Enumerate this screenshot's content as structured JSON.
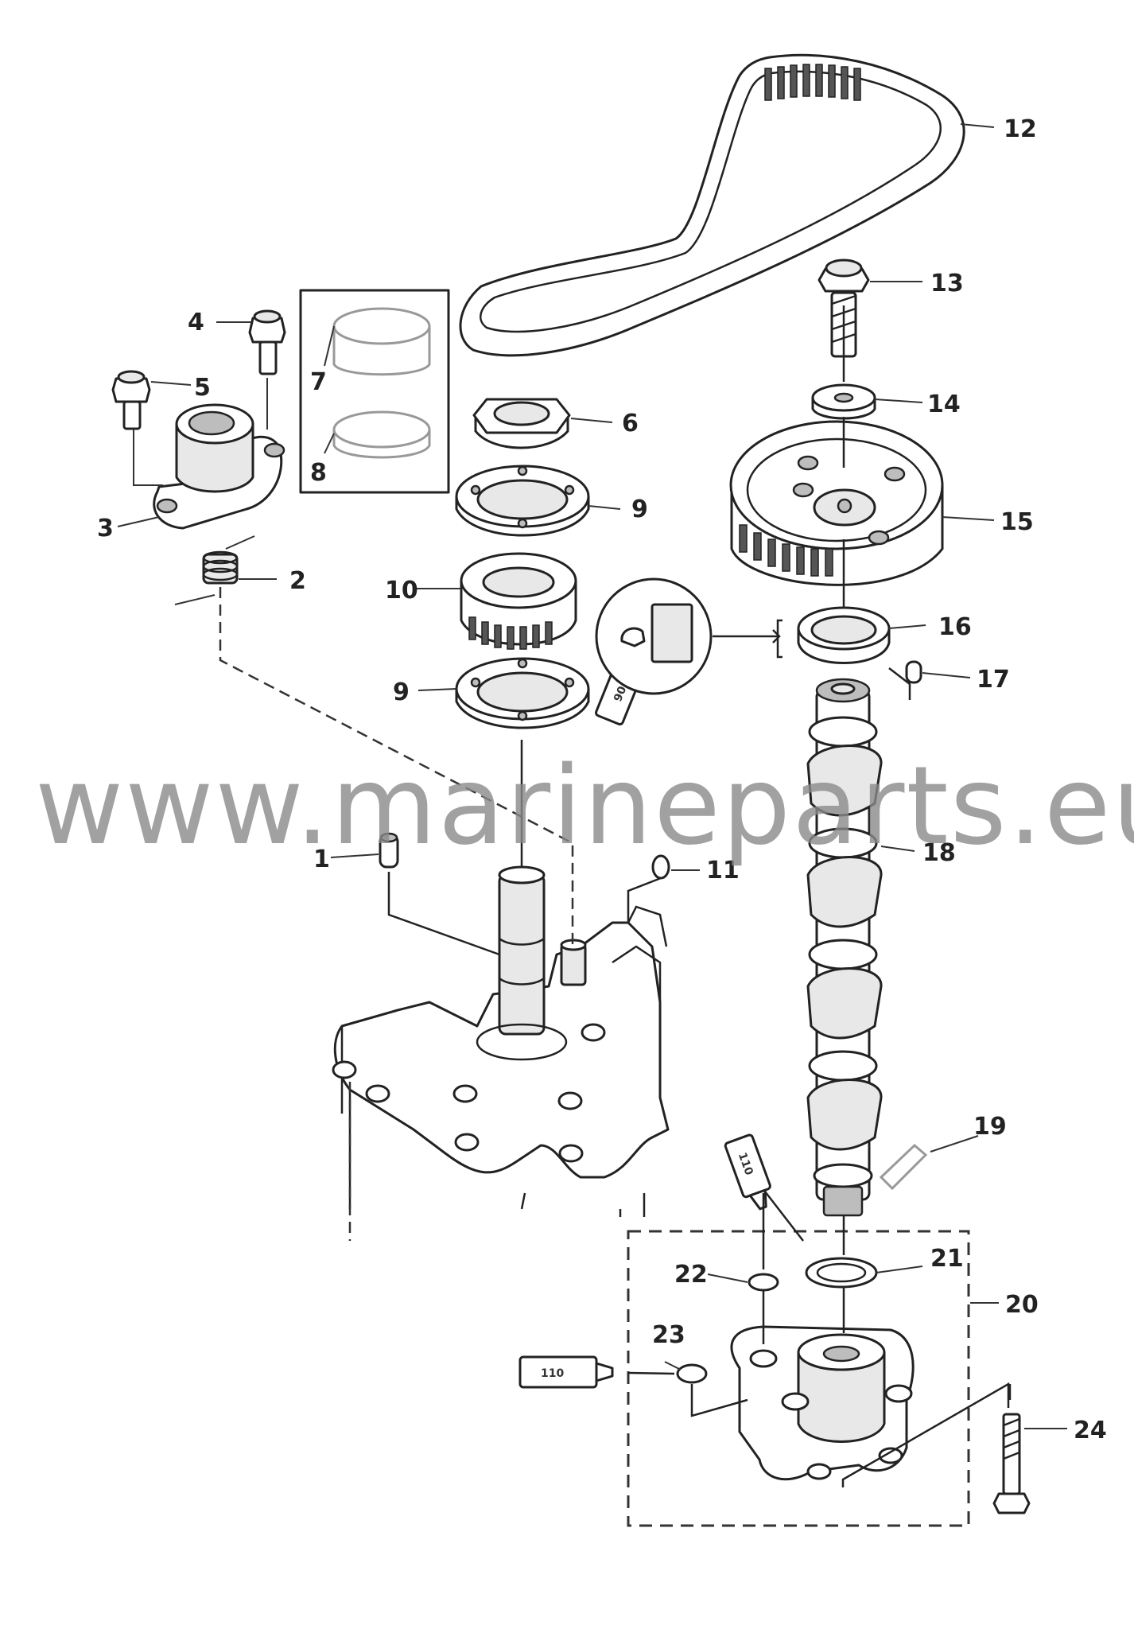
{
  "watermark": "www.marineparts.eu",
  "callouts": [
    {
      "n": "1"
    },
    {
      "n": "2"
    },
    {
      "n": "3"
    },
    {
      "n": "4"
    },
    {
      "n": "5"
    },
    {
      "n": "6"
    },
    {
      "n": "7"
    },
    {
      "n": "8"
    },
    {
      "n": "9"
    },
    {
      "n": "9"
    },
    {
      "n": "10"
    },
    {
      "n": "11"
    },
    {
      "n": "12"
    },
    {
      "n": "13"
    },
    {
      "n": "14"
    },
    {
      "n": "15"
    },
    {
      "n": "16"
    },
    {
      "n": "17"
    },
    {
      "n": "18"
    },
    {
      "n": "19"
    },
    {
      "n": "20"
    },
    {
      "n": "21"
    },
    {
      "n": "22"
    },
    {
      "n": "23"
    },
    {
      "n": "24"
    }
  ],
  "sealant_tubes": [
    {
      "label": "90"
    },
    {
      "label": "110"
    },
    {
      "label": "110"
    }
  ]
}
